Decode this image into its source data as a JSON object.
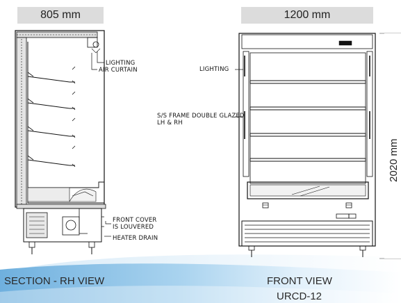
{
  "dimensions": {
    "depth": "805 mm",
    "width": "1200 mm",
    "height": "2020 mm"
  },
  "section_labels": {
    "lighting": "LIGHTING",
    "air_curtain": "AIR CURTAIN",
    "front_cover_line1": "FRONT COVER",
    "front_cover_line2": "IS LOUVERED",
    "heater_drain": "HEATER DRAIN"
  },
  "front_labels": {
    "lighting": "LIGHTING",
    "frame_line1": "S/S FRAME DOUBLE GLAZED",
    "frame_line2": "LH & RH"
  },
  "captions": {
    "section": "SECTION - RH VIEW",
    "front": "FRONT VIEW",
    "model": "URCD-12"
  },
  "colors": {
    "banner_blue": "#8fc3e6",
    "banner_light": "#dceefa",
    "dim_box": "#dcdcdc",
    "line": "#111111"
  }
}
